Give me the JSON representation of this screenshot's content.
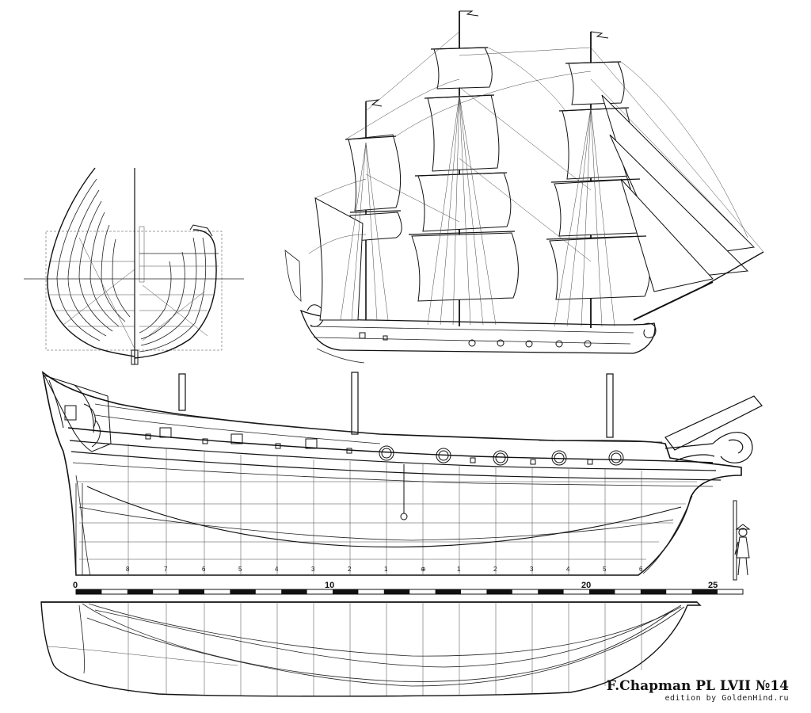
{
  "caption": {
    "title": "F.Chapman PL  LVII  №14",
    "subtitle": "edition by GoldenHind.ru"
  },
  "scale": {
    "labels": [
      "0",
      "10",
      "20",
      "25"
    ]
  },
  "stations": {
    "labels": [
      "8",
      "7",
      "6",
      "5",
      "4",
      "3",
      "2",
      "1",
      "⊕",
      "1",
      "2",
      "3",
      "4",
      "5",
      "6"
    ]
  }
}
